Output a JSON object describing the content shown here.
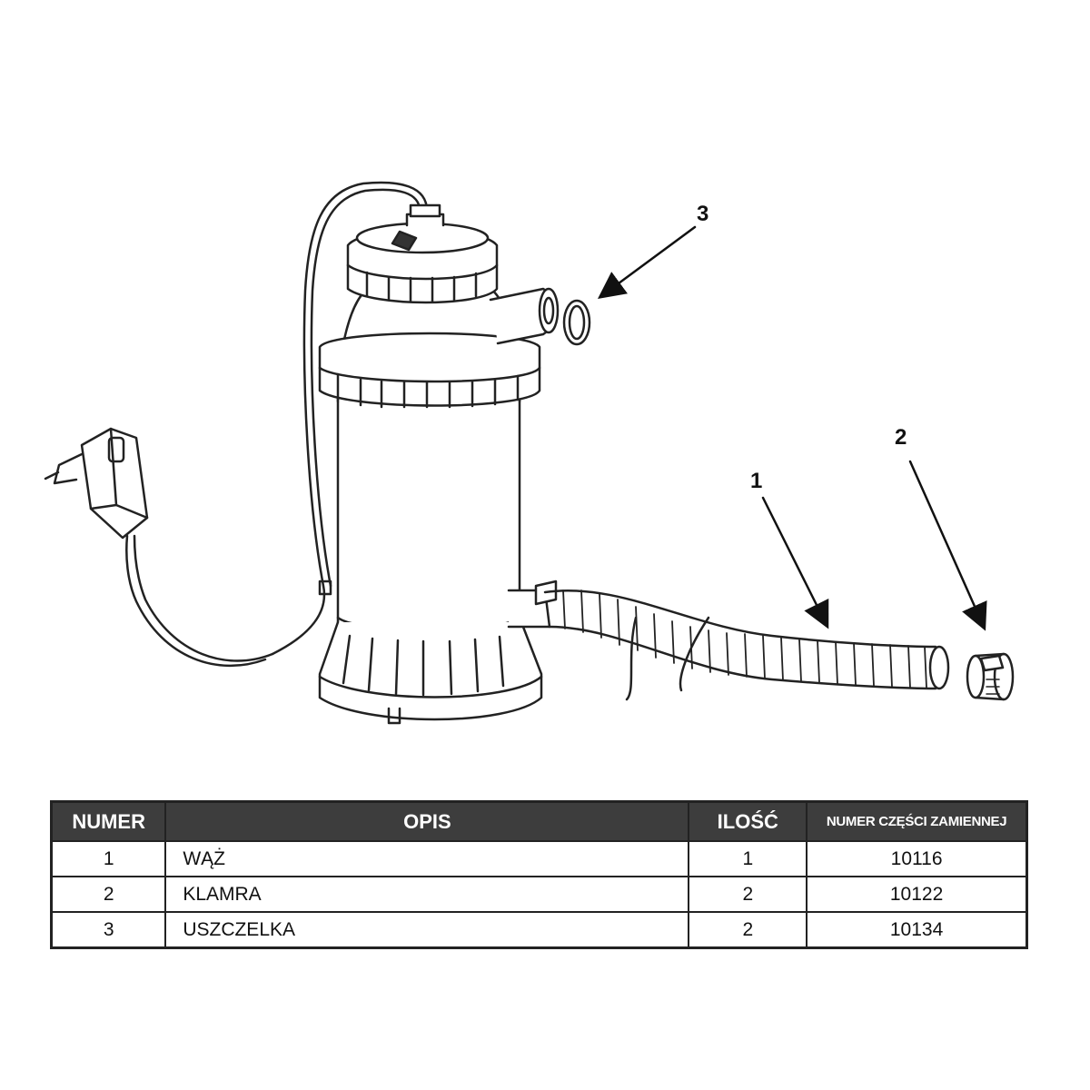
{
  "diagram": {
    "callouts": [
      "3",
      "1",
      "2"
    ]
  },
  "table": {
    "headers": {
      "numer": "NUMER",
      "opis": "OPIS",
      "ilosc": "ILOŚĆ",
      "part": "NUMER CZĘŚCI ZAMIENNEJ"
    },
    "rows": [
      {
        "numer": "1",
        "opis": "WĄŻ",
        "ilosc": "1",
        "part": "10116"
      },
      {
        "numer": "2",
        "opis": "KLAMRA",
        "ilosc": "2",
        "part": "10122"
      },
      {
        "numer": "3",
        "opis": "USZCZELKA",
        "ilosc": "2",
        "part": "10134"
      }
    ]
  }
}
